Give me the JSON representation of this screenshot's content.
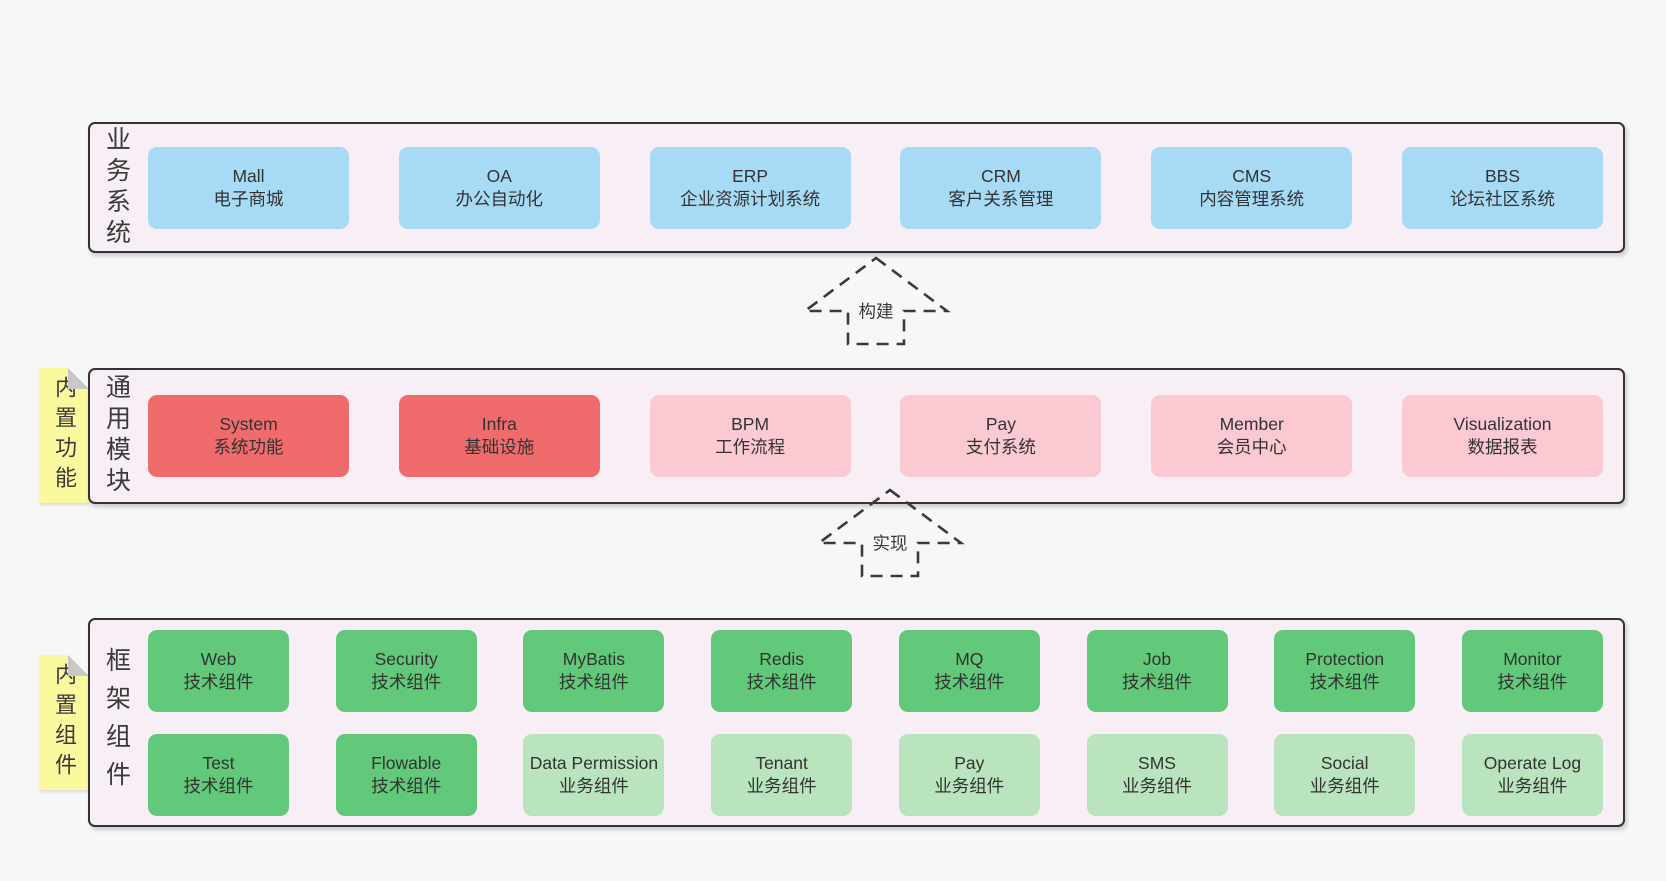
{
  "colors": {
    "page_bg": "#f7f7f7",
    "band_bg": "#f8eef6",
    "band_border": "#333333",
    "box_blue": "#a7daf5",
    "box_red": "#f06b6c",
    "box_pink": "#fbc9d1",
    "box_green_dark": "#62c97a",
    "box_green_light": "#b9e4bd",
    "note_yellow": "#fbf99e",
    "note_fold_gray": "#c8c8c8",
    "text": "#3a3a3a"
  },
  "arrows": [
    {
      "label": "构建"
    },
    {
      "label": "实现"
    }
  ],
  "bands": [
    {
      "label": "业务系统",
      "boxes": [
        {
          "name": "Mall",
          "sub": "电子商城"
        },
        {
          "name": "OA",
          "sub": "办公自动化"
        },
        {
          "name": "ERP",
          "sub": "企业资源计划系统"
        },
        {
          "name": "CRM",
          "sub": "客户关系管理"
        },
        {
          "name": "CMS",
          "sub": "内容管理系统"
        },
        {
          "name": "BBS",
          "sub": "论坛社区系统"
        }
      ]
    },
    {
      "label": "通用模块",
      "note": "内置功能",
      "boxes": [
        {
          "name": "System",
          "sub": "系统功能"
        },
        {
          "name": "Infra",
          "sub": "基础设施"
        },
        {
          "name": "BPM",
          "sub": "工作流程"
        },
        {
          "name": "Pay",
          "sub": "支付系统"
        },
        {
          "name": "Member",
          "sub": "会员中心"
        },
        {
          "name": "Visualization",
          "sub": "数据报表"
        }
      ]
    },
    {
      "label": "框架组件",
      "note": "内置组件",
      "rows": [
        [
          {
            "name": "Web",
            "sub": "技术组件"
          },
          {
            "name": "Security",
            "sub": "技术组件"
          },
          {
            "name": "MyBatis",
            "sub": "技术组件"
          },
          {
            "name": "Redis",
            "sub": "技术组件"
          },
          {
            "name": "MQ",
            "sub": "技术组件"
          },
          {
            "name": "Job",
            "sub": "技术组件"
          },
          {
            "name": "Protection",
            "sub": "技术组件"
          },
          {
            "name": "Monitor",
            "sub": "技术组件"
          }
        ],
        [
          {
            "name": "Test",
            "sub": "技术组件"
          },
          {
            "name": "Flowable",
            "sub": "技术组件"
          },
          {
            "name": "Data Permission",
            "sub": "业务组件"
          },
          {
            "name": "Tenant",
            "sub": "业务组件"
          },
          {
            "name": "Pay",
            "sub": "业务组件"
          },
          {
            "name": "SMS",
            "sub": "业务组件"
          },
          {
            "name": "Social",
            "sub": "业务组件"
          },
          {
            "name": "Operate Log",
            "sub": "业务组件"
          }
        ]
      ]
    }
  ]
}
